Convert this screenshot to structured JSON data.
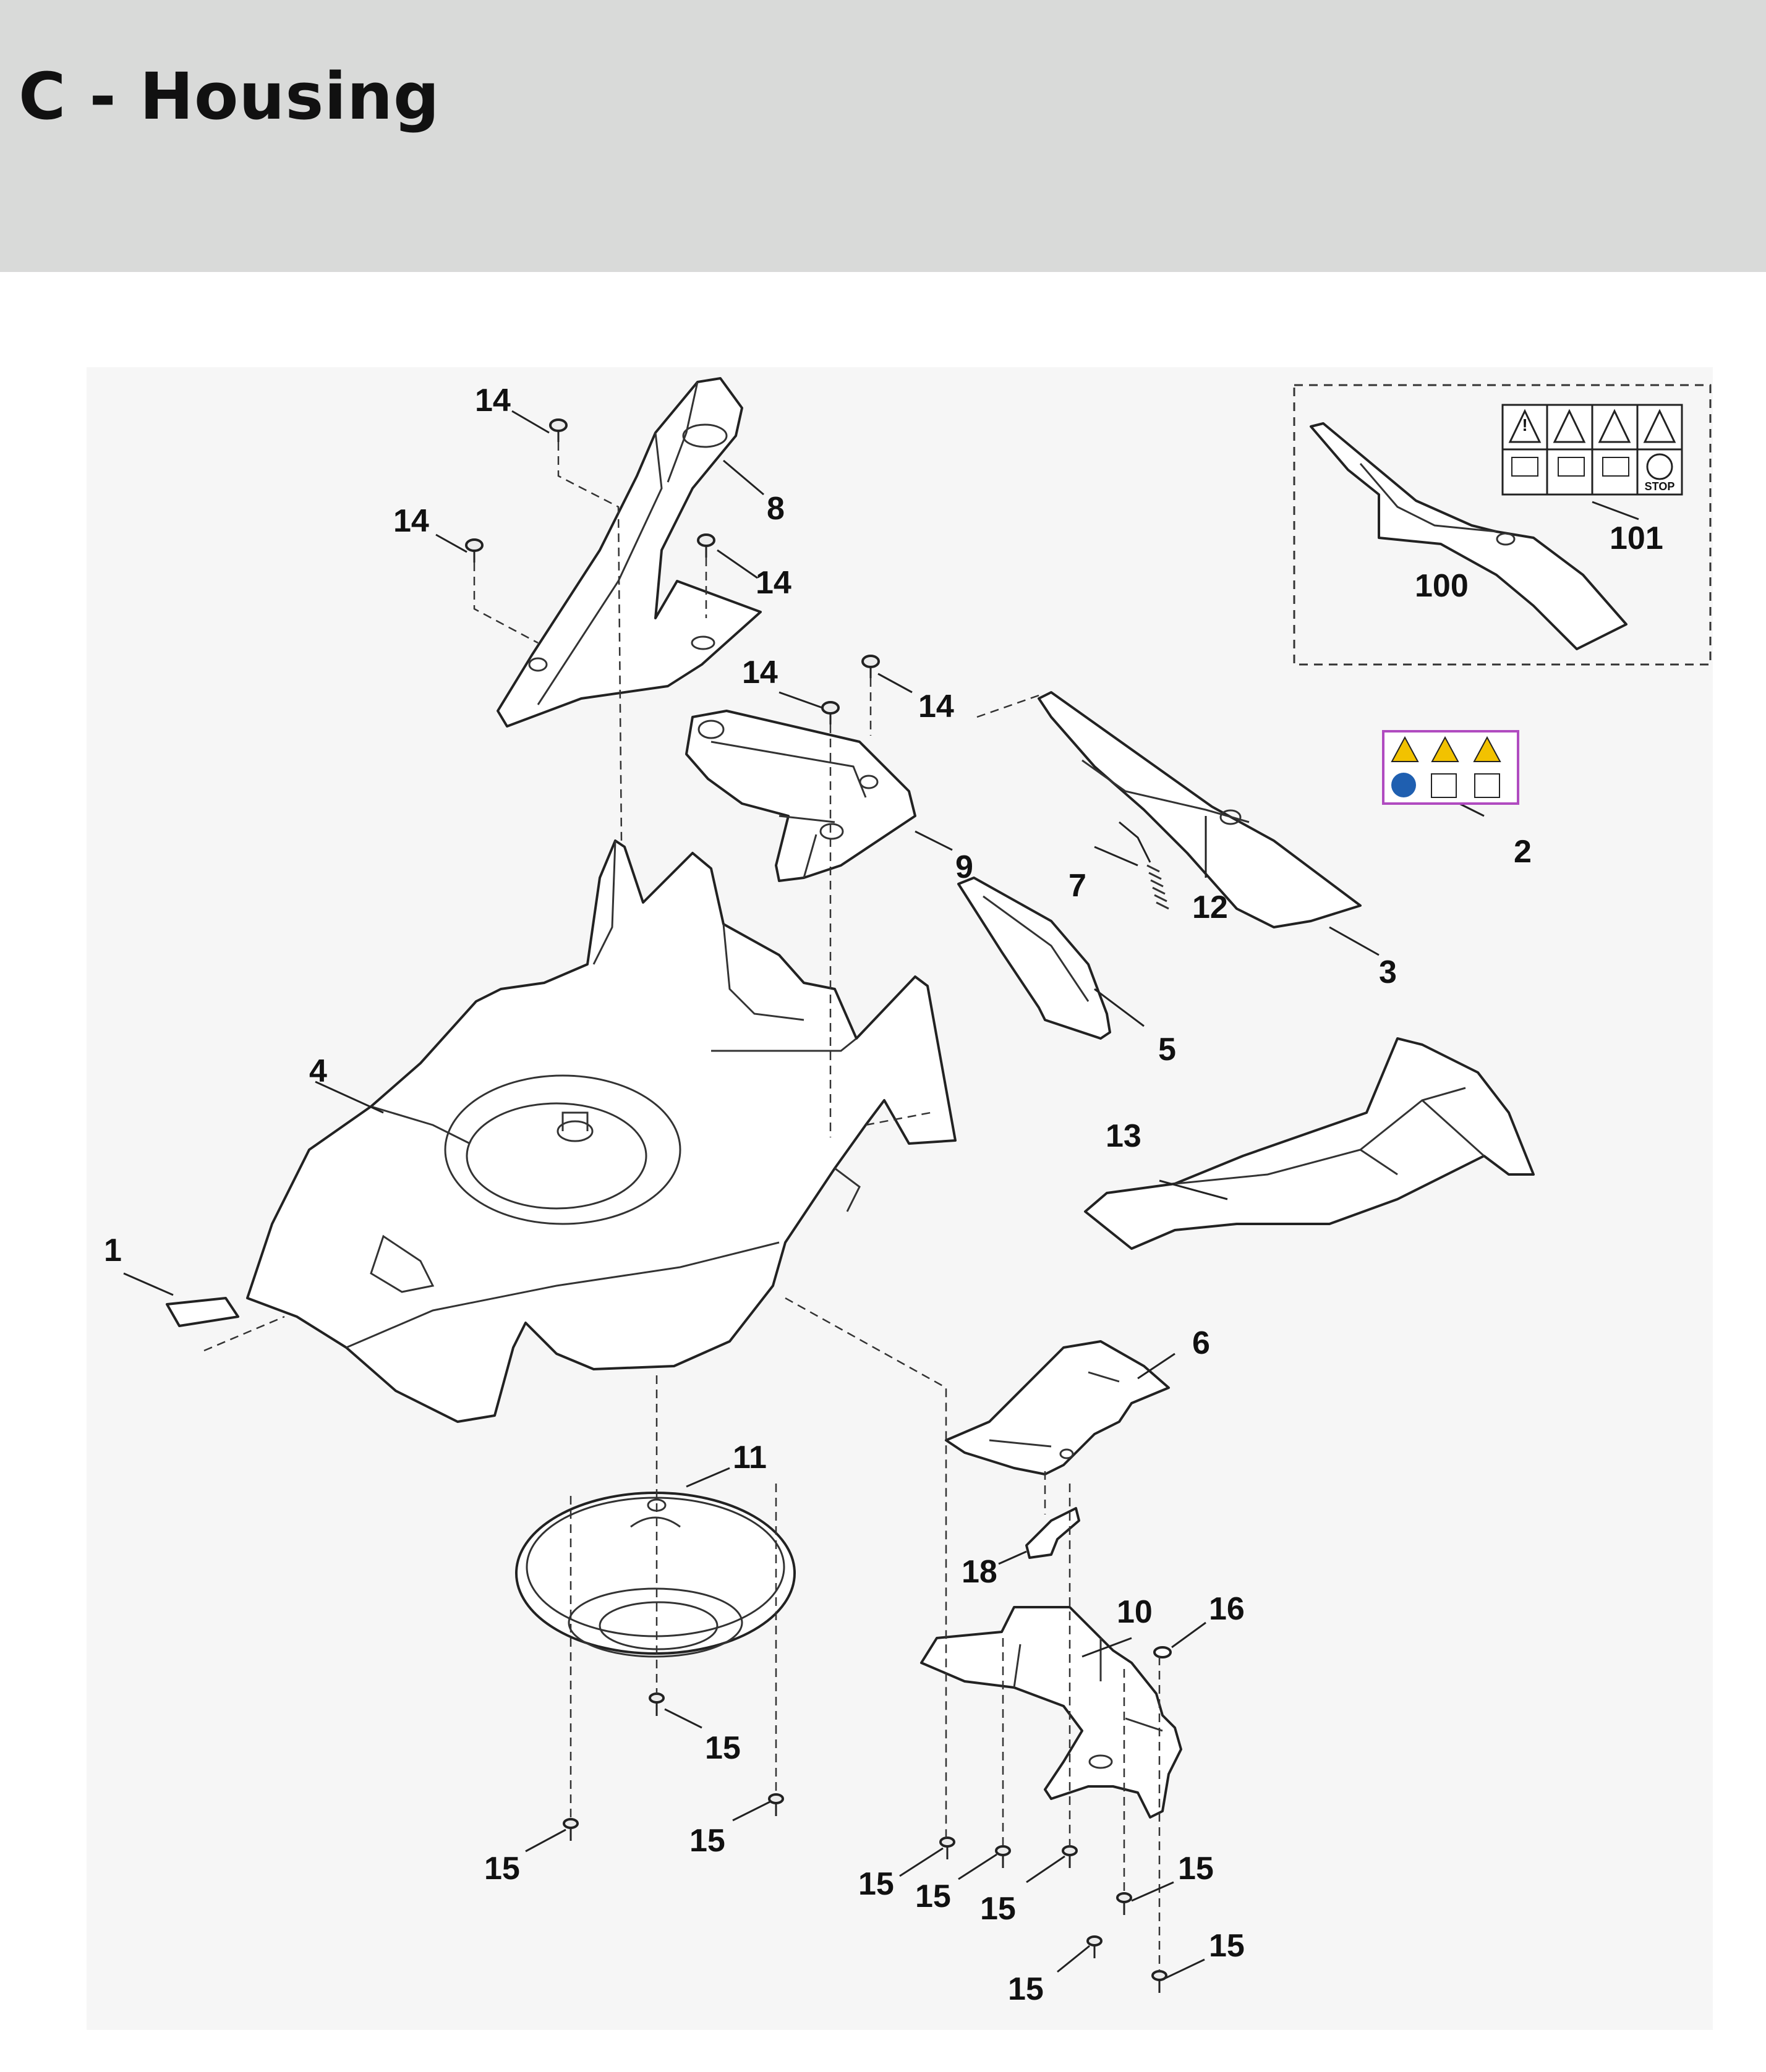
{
  "header": {
    "title": "C - Housing"
  },
  "callouts": {
    "c1": "1",
    "c2": "2",
    "c3": "3",
    "c4": "4",
    "c5": "5",
    "c6": "6",
    "c7": "7",
    "c8": "8",
    "c9": "9",
    "c10": "10",
    "c11": "11",
    "c12": "12",
    "c13": "13",
    "c14": "14",
    "c15": "15",
    "c16": "16",
    "c18": "18",
    "c100": "100",
    "c101": "101"
  },
  "labels": {
    "stop": "STOP"
  },
  "colors": {
    "header_bg": "#d9dad9",
    "warning_yellow": "#f2c200",
    "mandatory_blue": "#1f5fb0",
    "label_border": "#b04bc0"
  }
}
